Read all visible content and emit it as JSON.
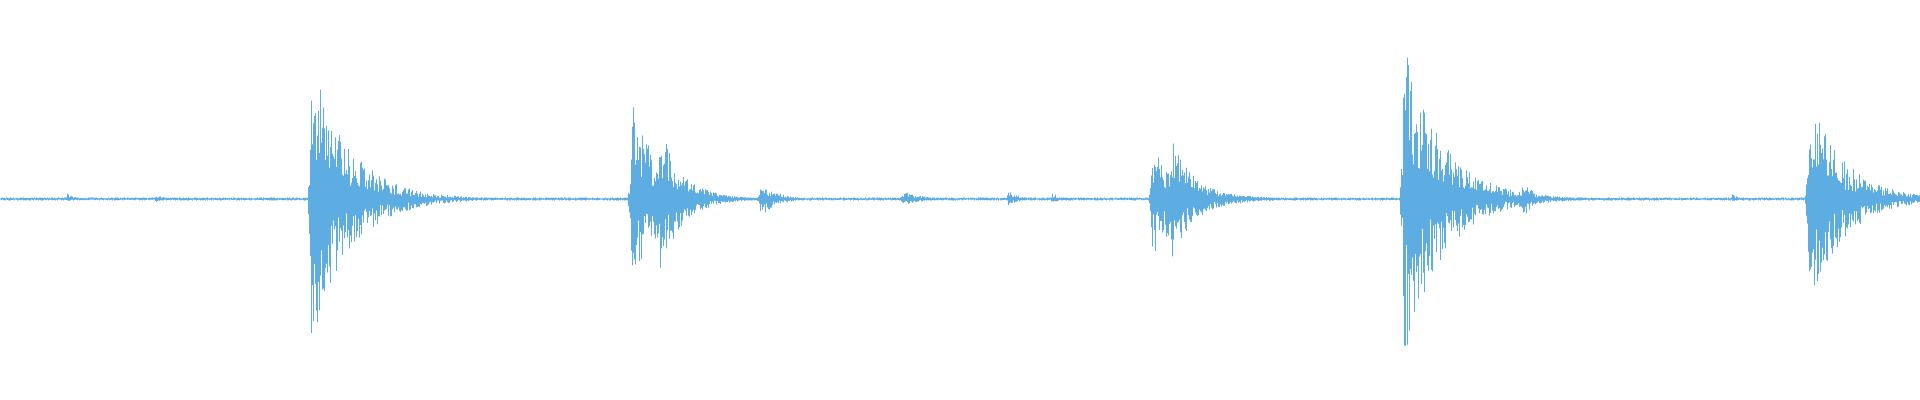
{
  "waveform": {
    "color": "#5dade2",
    "background": "#ffffff",
    "baseline_amplitude": 0.01,
    "bursts": [
      {
        "t": 0.035,
        "up": 0.04,
        "down": 0.02,
        "decay": 0.004
      },
      {
        "t": 0.081,
        "up": 0.03,
        "down": 0.02,
        "decay": 0.004
      },
      {
        "t": 0.162,
        "up": 0.88,
        "down": 0.9,
        "decay": 0.02
      },
      {
        "t": 0.174,
        "up": 0.15,
        "down": 0.1,
        "decay": 0.006
      },
      {
        "t": 0.329,
        "up": 0.6,
        "down": 0.58,
        "decay": 0.015
      },
      {
        "t": 0.343,
        "up": 0.48,
        "down": 0.48,
        "decay": 0.012
      },
      {
        "t": 0.396,
        "up": 0.12,
        "down": 0.12,
        "decay": 0.008
      },
      {
        "t": 0.47,
        "up": 0.05,
        "down": 0.04,
        "decay": 0.01
      },
      {
        "t": 0.525,
        "up": 0.05,
        "down": 0.04,
        "decay": 0.006
      },
      {
        "t": 0.548,
        "up": 0.04,
        "down": 0.03,
        "decay": 0.004
      },
      {
        "t": 0.6,
        "up": 0.32,
        "down": 0.36,
        "decay": 0.018
      },
      {
        "t": 0.61,
        "up": 0.38,
        "down": 0.4,
        "decay": 0.012
      },
      {
        "t": 0.731,
        "up": 0.98,
        "down": 1.0,
        "decay": 0.02
      },
      {
        "t": 0.793,
        "up": 0.12,
        "down": 0.12,
        "decay": 0.006
      },
      {
        "t": 0.902,
        "up": 0.03,
        "down": 0.02,
        "decay": 0.004
      },
      {
        "t": 0.942,
        "up": 0.68,
        "down": 0.7,
        "decay": 0.018
      }
    ]
  }
}
